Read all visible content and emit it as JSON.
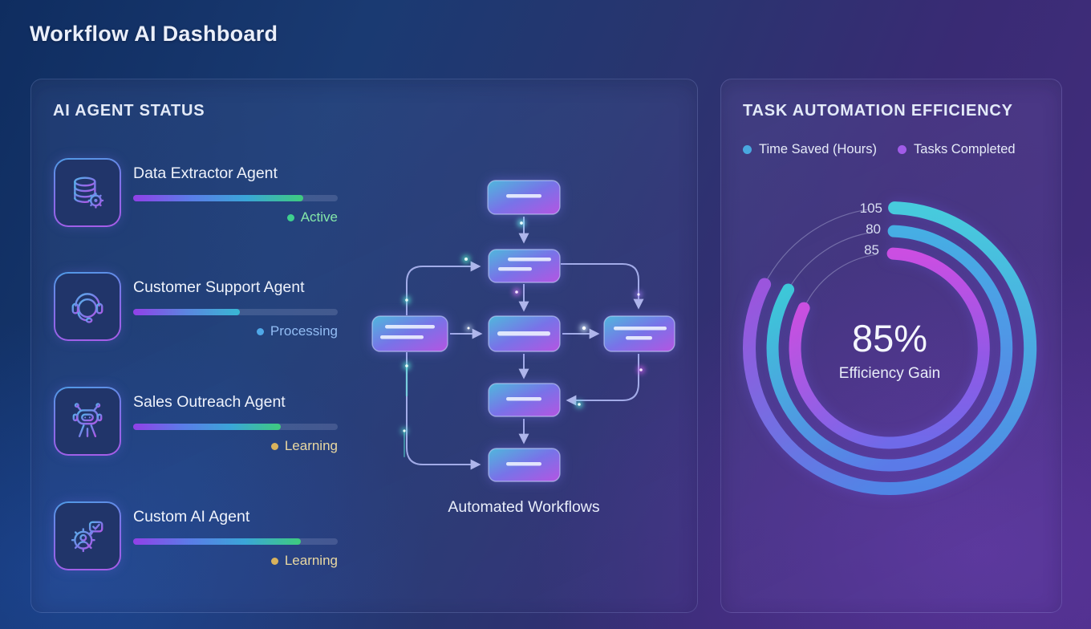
{
  "page_title": "Workflow AI Dashboard",
  "agent_panel": {
    "heading": "AI AGENT STATUS",
    "agents": [
      {
        "name": "Data Extractor Agent",
        "icon": "database-gear-icon",
        "progress_pct": 83,
        "status": "Active",
        "status_text_color": "#84e7a9",
        "status_dot_color": "#3ed08e",
        "bar_colors": [
          "#9140e8",
          "#5b7ce8",
          "#3aa6d8",
          "#3ecb7e"
        ]
      },
      {
        "name": "Customer Support Agent",
        "icon": "headset-icon",
        "progress_pct": 52,
        "status": "Processing",
        "status_text_color": "#93bdf4",
        "status_dot_color": "#4fa8e8",
        "bar_colors": [
          "#9140e8",
          "#5b86e0",
          "#38b8d4"
        ]
      },
      {
        "name": "Sales Outreach Agent",
        "icon": "robot-icon",
        "progress_pct": 72,
        "status": "Learning",
        "status_text_color": "#e9d8a2",
        "status_dot_color": "#d9b25c",
        "bar_colors": [
          "#9140e8",
          "#5b7ce8",
          "#3aa6d8",
          "#3ecb7e"
        ]
      },
      {
        "name": "Custom AI Agent",
        "icon": "gear-user-check-icon",
        "progress_pct": 82,
        "status": "Learning",
        "status_text_color": "#e9d8a2",
        "status_dot_color": "#d9b25c",
        "bar_colors": [
          "#9140e8",
          "#5b7ce8",
          "#3aa6d8",
          "#3ecb7e"
        ]
      }
    ]
  },
  "workflow": {
    "caption": "Automated Workflows"
  },
  "efficiency_panel": {
    "heading": "TASK AUTOMATION EFFICIENCY",
    "legend": [
      {
        "label": "Time Saved (Hours)",
        "color": "#49a8e0"
      },
      {
        "label": "Tasks Completed",
        "color": "#a15ce8"
      }
    ],
    "center_value": "85%",
    "center_label": "Efficiency Gain"
  },
  "chart_data": {
    "type": "radial-progress",
    "title": "TASK AUTOMATION EFFICIENCY",
    "series": [
      {
        "name": "outer-ring",
        "label": "105",
        "value": 105,
        "color_start": "#47cbdd",
        "color_end": "#9b55dd"
      },
      {
        "name": "middle-ring",
        "label": "80",
        "value": 80,
        "color_start": "#46aee4",
        "color_end": "#3dc7d8"
      },
      {
        "name": "inner-ring",
        "label": "85",
        "value": 85,
        "color_start": "#cb4ee2",
        "color_end": "#6f6ae9"
      }
    ],
    "center_value": "85%",
    "center_label": "Efficiency Gain",
    "legend": [
      "Time Saved (Hours)",
      "Tasks Completed"
    ],
    "legend_position": "top"
  }
}
